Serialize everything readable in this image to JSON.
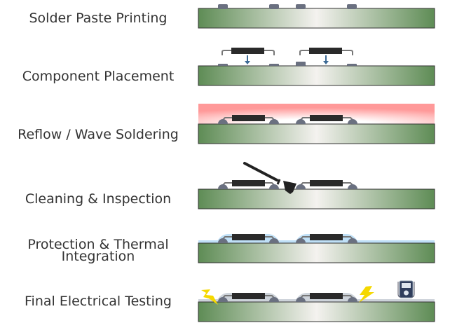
{
  "steps": [
    {
      "label": "Solder Paste Printing"
    },
    {
      "label": "Component Placement"
    },
    {
      "label": "Reflow / Wave Soldering"
    },
    {
      "label": "Cleaning & Inspection"
    },
    {
      "label": "Protection & Thermal Integration"
    },
    {
      "label": "Final Electrical Testing"
    }
  ],
  "colors": {
    "board_edge": "#5e8c55",
    "board_center": "#f4f2ef",
    "pad": "#6a7080",
    "component": "#2a2a2a",
    "arrow": "#3d6a95",
    "heat": "#ff9999",
    "coating": "#bfe0f7",
    "test_coating": "#cdd3da",
    "lightning": "#f5d800"
  }
}
